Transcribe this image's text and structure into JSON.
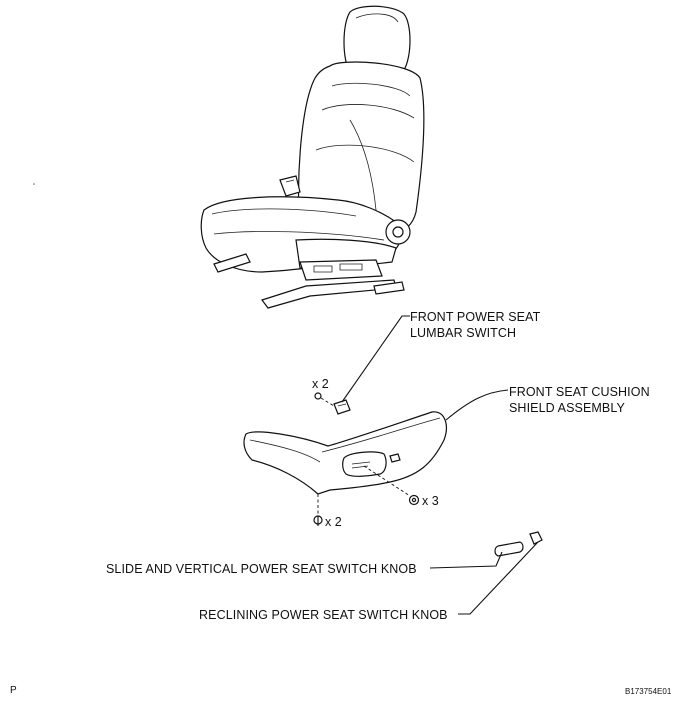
{
  "labels": {
    "lumbar_switch_line1": "FRONT POWER SEAT",
    "lumbar_switch_line2": "LUMBAR SWITCH",
    "shield_line1": "FRONT SEAT CUSHION",
    "shield_line2": "SHIELD ASSEMBLY",
    "slide_knob": "SLIDE AND VERTICAL POWER SEAT SWITCH KNOB",
    "reclining_knob": "RECLINING POWER SEAT SWITCH KNOB"
  },
  "quantities": {
    "lumbar_screw": "x 2",
    "shield_screw_front": "x 3",
    "shield_screw_bottom": "x 2"
  },
  "footer": {
    "corner_letter": "P",
    "figure_id": "B173754E01"
  },
  "icons": {
    "seat": "seat-illustration-icon",
    "shield": "seat-cushion-shield-icon",
    "switch": "lumbar-switch-icon",
    "screw": "screw-icon",
    "knob": "switch-knob-icon"
  }
}
